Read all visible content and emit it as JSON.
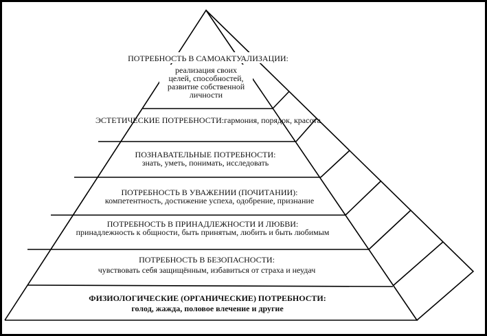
{
  "levels": [
    {
      "title": "ПОТРЕБНОСТЬ В САМОАКТУАЛИЗАЦИИ:",
      "lines": [
        "реализация своих",
        "целей, способностей,",
        "развитие собственной",
        "личности"
      ]
    },
    {
      "title": "ЭСТЕТИЧЕСКИЕ ПОТРЕБНОСТИ:гармония, порядок, красота"
    },
    {
      "title": "ПОЗНАВАТЕЛЬНЫЕ ПОТРЕБНОСТИ:",
      "lines": [
        "знать, уметь, понимать, исследовать"
      ]
    },
    {
      "title": "ПОТРЕБНОСТЬ В УВАЖЕНИИ (ПОЧИТАНИИ):",
      "lines": [
        "компетентность, достижение успеха, одобрение, признание"
      ]
    },
    {
      "title": "ПОТРЕБНОСТЬ В ПРИНАДЛЕЖНОСТИ И ЛЮБВИ:",
      "lines": [
        "принадлежность к общности, быть принятым, любить и быть любимым"
      ]
    },
    {
      "title": "ПОТРЕБНОСТЬ В БЕЗОПАСНОСТИ:",
      "lines": [
        "чувствовать себя защищённым, избавиться от страха и неудач"
      ]
    },
    {
      "title": "ФИЗИОЛОГИЧЕСКИЕ (ОРГАНИЧЕСКИЕ) ПОТРЕБНОСТИ:",
      "lines": [
        "голод, жажда, половое влечение и другие"
      ]
    }
  ]
}
